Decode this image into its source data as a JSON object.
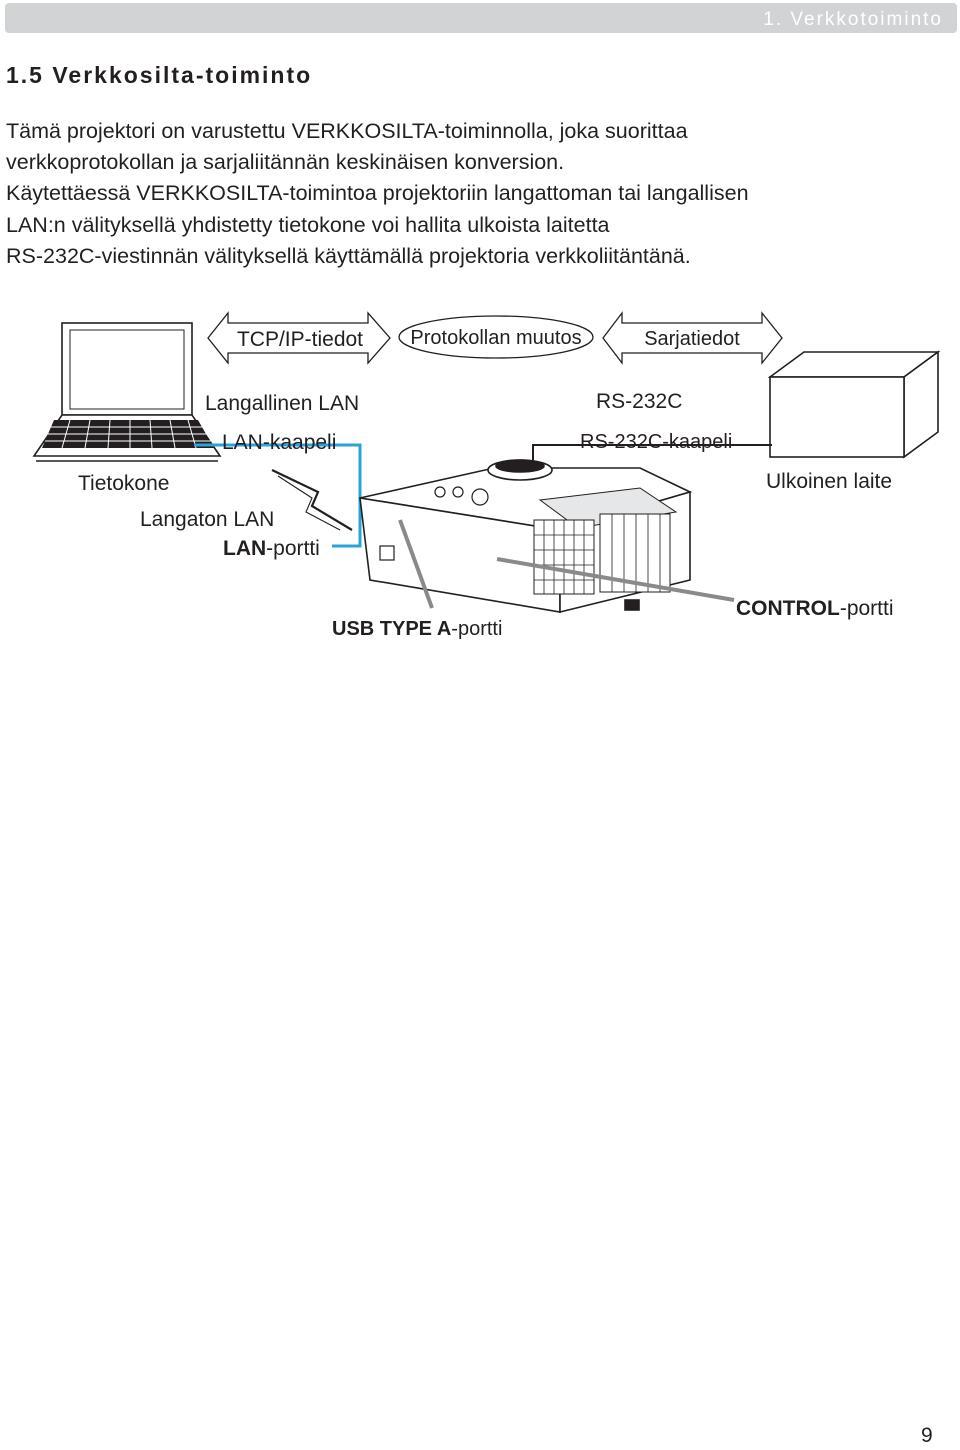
{
  "header": {
    "chapter": "1. Verkkotoiminto"
  },
  "section": {
    "title": "1.5 Verkkosilta-toiminto"
  },
  "body": {
    "lines": [
      "Tämä projektori on varustettu VERKKOSILTA-toiminnolla, joka suorittaa",
      "verkkoprotokollan ja sarjaliitännän keskinäisen konversion.",
      "Käytettäessä VERKKOSILTA-toimintoa projektoriin langattoman tai langallisen",
      "LAN:n välityksellä yhdistetty tietokone voi hallita ulkoista laitetta",
      "RS-232C-viestinnän välityksellä käyttämällä projektoria verkkoliitäntänä."
    ]
  },
  "diagram": {
    "tcpip_data": "TCP/IP-tiedot",
    "protocol_conversion": "Protokollan muutos",
    "serial_data": "Sarjatiedot",
    "wired_lan": "Langallinen LAN",
    "lan_cable": "LAN-kaapeli",
    "computer": "Tietokone",
    "wireless_lan": "Langaton LAN",
    "lan_port_bold": "LAN",
    "lan_port_suffix": "-portti",
    "rs232c": "RS-232C",
    "rs232c_cable": "RS-232C-kaapeli",
    "external_device": "Ulkoinen laite",
    "usb_port_bold": "USB TYPE A",
    "usb_port_suffix": "-portti",
    "control_port_bold": "CONTROL",
    "control_port_suffix": "-portti",
    "cable_color": "#2aa3d8"
  },
  "page": {
    "number": "9"
  }
}
